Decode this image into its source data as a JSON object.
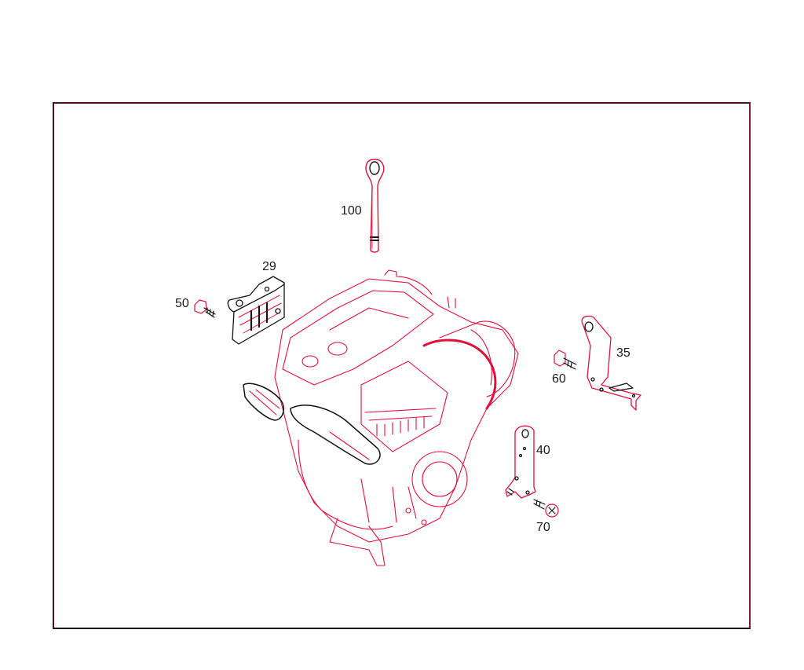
{
  "diagram": {
    "type": "exploded-parts-diagram",
    "subject": "engine assembly with brackets and bolts",
    "line_color": "#e0103c",
    "outline_color": "#111111",
    "frame_color": "#4a0f22"
  },
  "callouts": [
    {
      "id": "100",
      "label": "100",
      "part": "oil-dipstick-guide-tube"
    },
    {
      "id": "29",
      "label": "29",
      "part": "engine-mount-bracket"
    },
    {
      "id": "50",
      "label": "50",
      "part": "bolt"
    },
    {
      "id": "35",
      "label": "35",
      "part": "bracket"
    },
    {
      "id": "60",
      "label": "60",
      "part": "bolt"
    },
    {
      "id": "40",
      "label": "40",
      "part": "bracket"
    },
    {
      "id": "70",
      "label": "70",
      "part": "bolt"
    }
  ]
}
